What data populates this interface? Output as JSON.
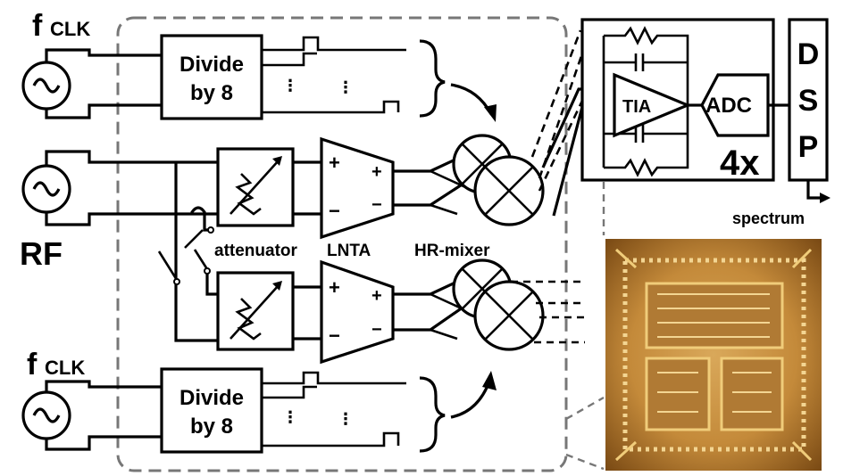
{
  "diagram": {
    "clock_label_main": "f",
    "clock_label_sub": "CLK",
    "rf_label": "RF",
    "divider_line1": "Divide",
    "divider_line2": "by 8",
    "attenuator_label": "attenuator",
    "lnta_label": "LNTA",
    "mixer_label": "HR-mixer",
    "tia_label": "TIA",
    "adc_label": "ADC",
    "multiplier_label": "4x",
    "dsp_letters": [
      "D",
      "S",
      "P"
    ],
    "output_label": "spectrum",
    "amp_plus": "+",
    "amp_minus": "−",
    "ellipsis": "⋮"
  },
  "colors": {
    "wire": "#000000",
    "dashed_region": "#777777",
    "die_dark": "#7a4a14",
    "die_mid": "#c48a3a",
    "die_light": "#f0cc7a"
  }
}
